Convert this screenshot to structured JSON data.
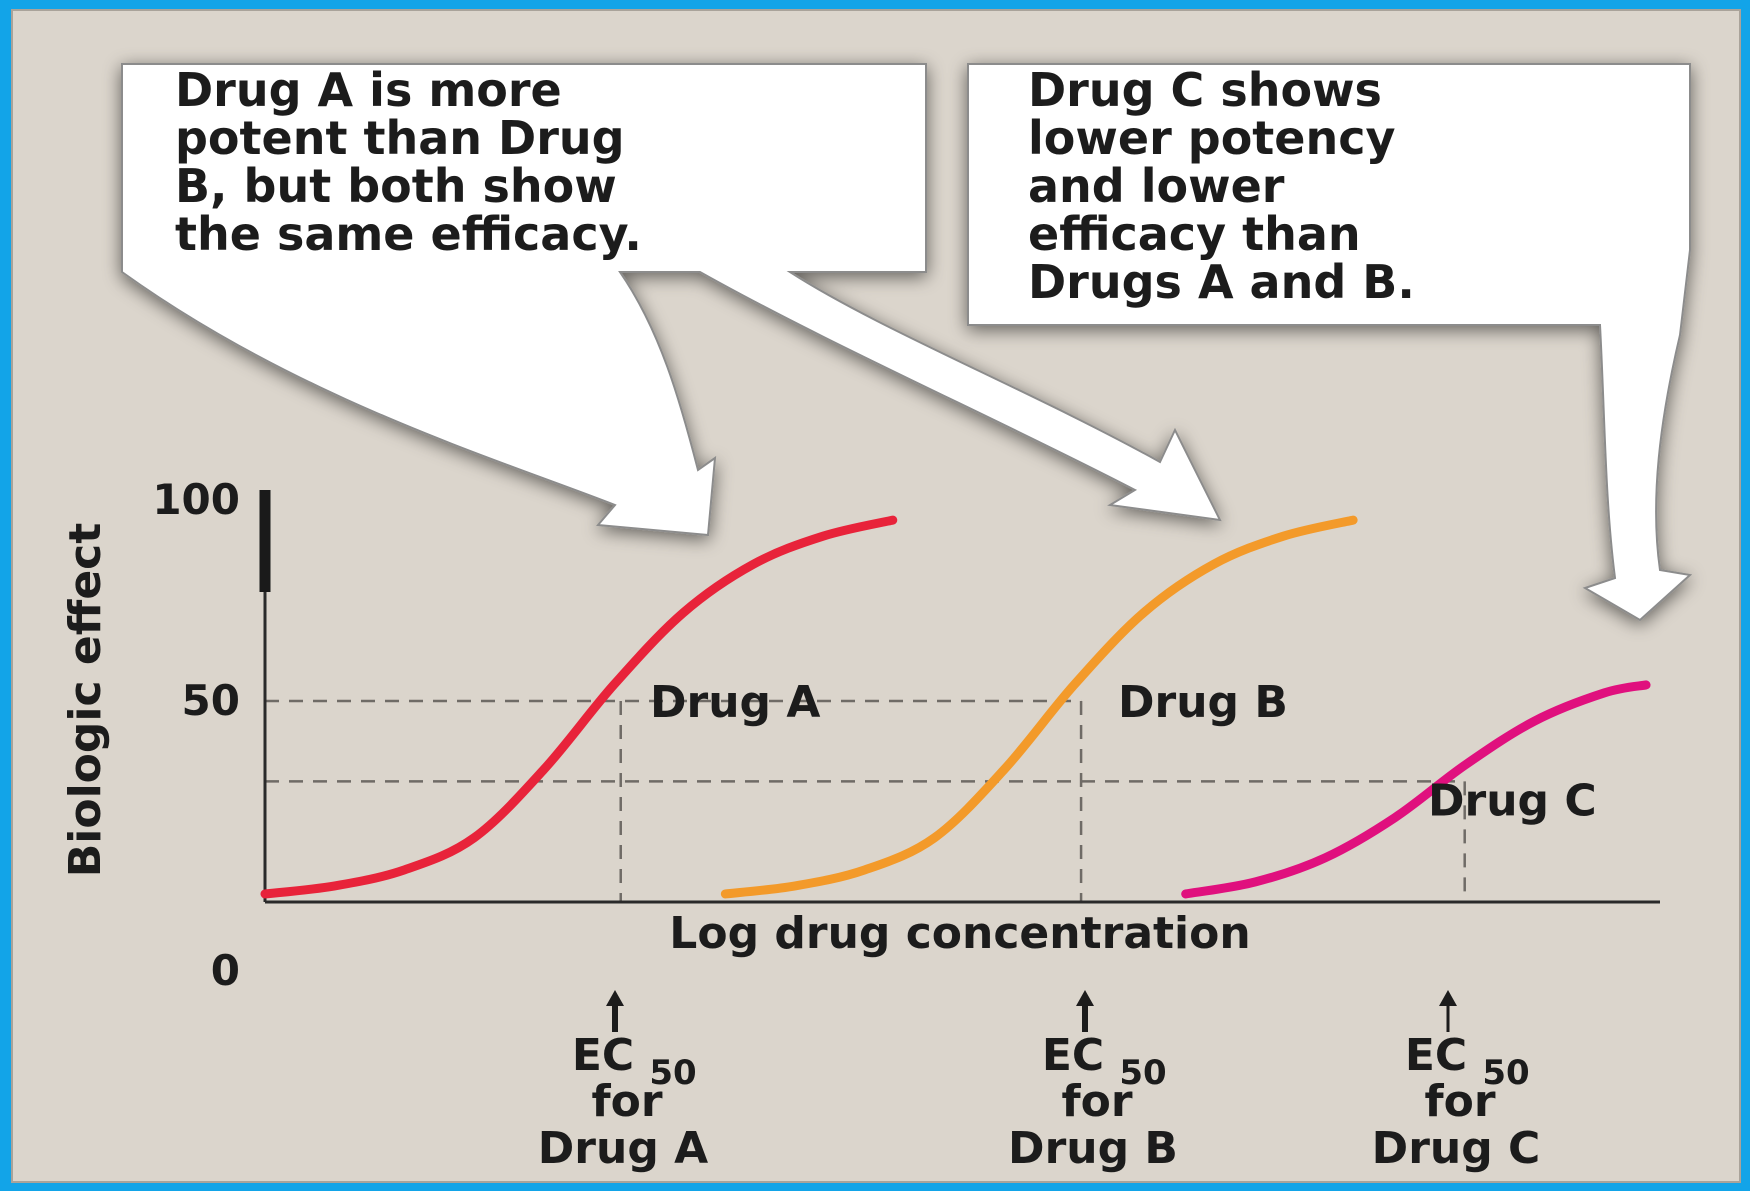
{
  "chart_data": {
    "type": "line",
    "xlabel": "Log drug concentration",
    "ylabel": "Biologic effect",
    "x_ticks": [],
    "y_ticks": [
      "0",
      "50",
      "100"
    ],
    "ylim": [
      0,
      100
    ],
    "xlim": [
      0,
      10
    ],
    "scale": "log",
    "grid": false,
    "legend": "none",
    "series": [
      {
        "name": "Drug A",
        "color": "#e8233a",
        "x": [
          0,
          0.5,
          1,
          1.5,
          2,
          2.5,
          3,
          3.5,
          4,
          4.5
        ],
        "y": [
          2,
          4,
          8,
          16,
          33,
          54,
          72,
          84,
          91,
          95
        ]
      },
      {
        "name": "Drug B",
        "color": "#f39a2a",
        "x": [
          3.3,
          3.8,
          4.3,
          4.8,
          5.3,
          5.8,
          6.3,
          6.8,
          7.3,
          7.8
        ],
        "y": [
          2,
          4,
          8,
          16,
          33,
          54,
          72,
          84,
          91,
          95
        ]
      },
      {
        "name": "Drug C",
        "color": "#e0107e",
        "x": [
          6.6,
          7.1,
          7.6,
          8.1,
          8.6,
          9.1,
          9.6,
          9.9
        ],
        "y": [
          2,
          5,
          11,
          21,
          34,
          45,
          52,
          54
        ]
      }
    ],
    "reference_lines": {
      "effect_levels": [
        50,
        30
      ],
      "ec50": [
        {
          "drug": "Drug A",
          "x": 2.55,
          "y": 50
        },
        {
          "drug": "Drug B",
          "x": 5.85,
          "y": 50
        },
        {
          "drug": "Drug C",
          "x": 8.6,
          "y": 30
        }
      ]
    },
    "annotations": {
      "callout_left": [
        "Drug A is more",
        "potent than Drug",
        "B, but both show",
        "the same efficacy."
      ],
      "callout_right": [
        "Drug C shows",
        "lower potency",
        "and lower",
        "efficacy than",
        "Drugs A and B."
      ],
      "ec50_labels": [
        {
          "main": "EC",
          "sub": "50",
          "line2": "for",
          "line3": "Drug A"
        },
        {
          "main": "EC",
          "sub": "50",
          "line2": "for",
          "line3": "Drug B"
        },
        {
          "main": "EC",
          "sub": "50",
          "line2": "for",
          "line3": "Drug C"
        }
      ]
    }
  }
}
